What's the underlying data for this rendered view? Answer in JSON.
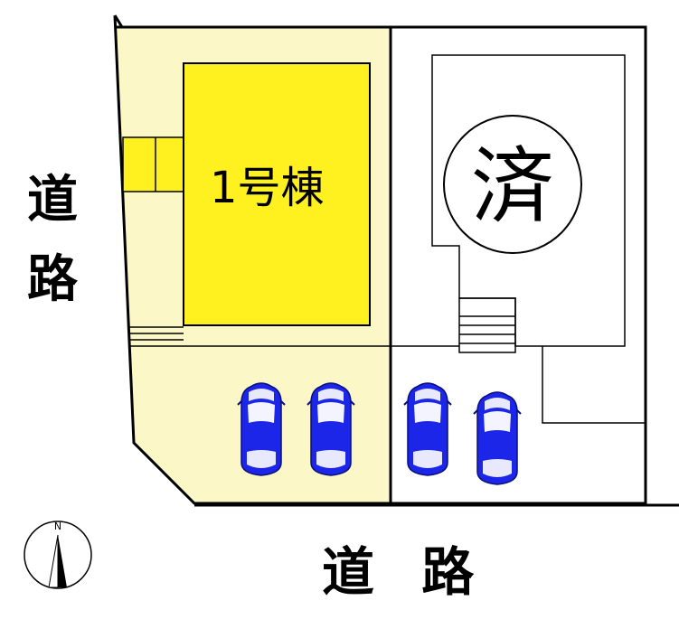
{
  "plan": {
    "building_label": "1号棟",
    "sold_label": "済",
    "road_left_char_1": "道",
    "road_left_char_2": "路",
    "road_bottom": "道 路",
    "compass_letter": "N"
  },
  "colors": {
    "lot_fill": "#fbf7c6",
    "building_fill": "#fff11f",
    "car_blue": "#1c26e8",
    "line": "#000000"
  },
  "parking": {
    "lot1_spaces": 2,
    "lot2_spaces": 2
  }
}
